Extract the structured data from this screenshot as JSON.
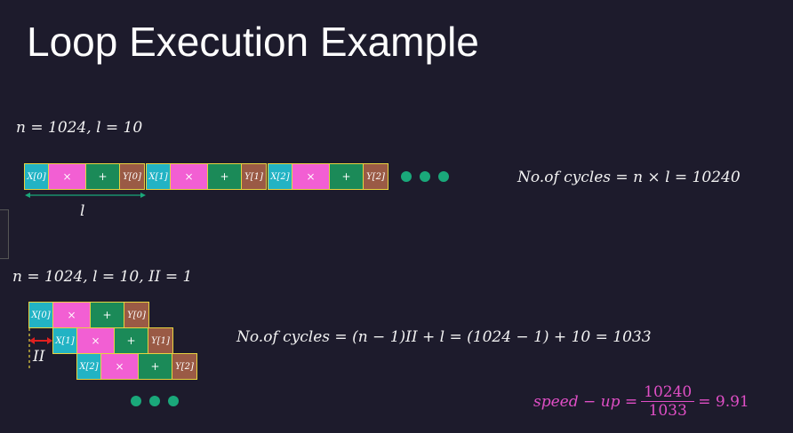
{
  "title": "Loop Execution Example",
  "example1": {
    "params": "n = 1024, l = 10",
    "iterations": [
      {
        "load": "X[0]",
        "mul": "×",
        "add": "+",
        "store": "Y[0]"
      },
      {
        "load": "X[1]",
        "mul": "×",
        "add": "+",
        "store": "Y[1]"
      },
      {
        "load": "X[2]",
        "mul": "×",
        "add": "+",
        "store": "Y[2]"
      }
    ],
    "latency_label": "l",
    "cycles": "No.of cycles = n × l = 10240"
  },
  "example2": {
    "params": "n = 1024, l = 10, II = 1",
    "iterations": [
      {
        "load": "X[0]",
        "mul": "×",
        "add": "+",
        "store": "Y[0]"
      },
      {
        "load": "X[1]",
        "mul": "×",
        "add": "+",
        "store": "Y[1]"
      },
      {
        "load": "X[2]",
        "mul": "×",
        "add": "+",
        "store": "Y[2]"
      }
    ],
    "ii_label": "II",
    "cycles": "No.of cycles = (n − 1)II + l = (1024 − 1) + 10 = 1033"
  },
  "speedup": {
    "label": "speed − up =",
    "numerator": "10240",
    "denominator": "1033",
    "result": "= 9.91"
  },
  "colors": {
    "background": "#1d1b2c",
    "load": "#22b3c4",
    "multiply": "#f25fd3",
    "add": "#1b8a58",
    "store": "#9a5a45",
    "border": "#e8d33f",
    "dots": "#1aa87a",
    "speedup_text": "#e04fc6"
  }
}
